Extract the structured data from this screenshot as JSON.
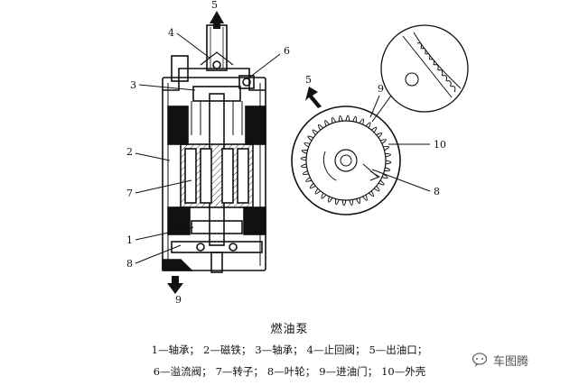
{
  "title": "燃油泵",
  "callouts": {
    "n1": "1",
    "n2": "2",
    "n3": "3",
    "n4": "4",
    "n5": "5",
    "n6": "6",
    "n7": "7",
    "n8": "8",
    "n9": "9",
    "r5": "5",
    "r8": "8",
    "r9": "9",
    "r10": "10"
  },
  "legend": {
    "line1": [
      "1—轴承；",
      "2—磁铁；",
      "3—轴承；",
      "4—止回阀；",
      "5—出油口；"
    ],
    "line2": [
      "6—溢流阀；",
      "7—转子；",
      "8—叶轮；",
      "9—进油门；",
      "10—外壳"
    ]
  },
  "watermark": {
    "text": "车图腾",
    "icon": "chat-bubble-icon"
  }
}
